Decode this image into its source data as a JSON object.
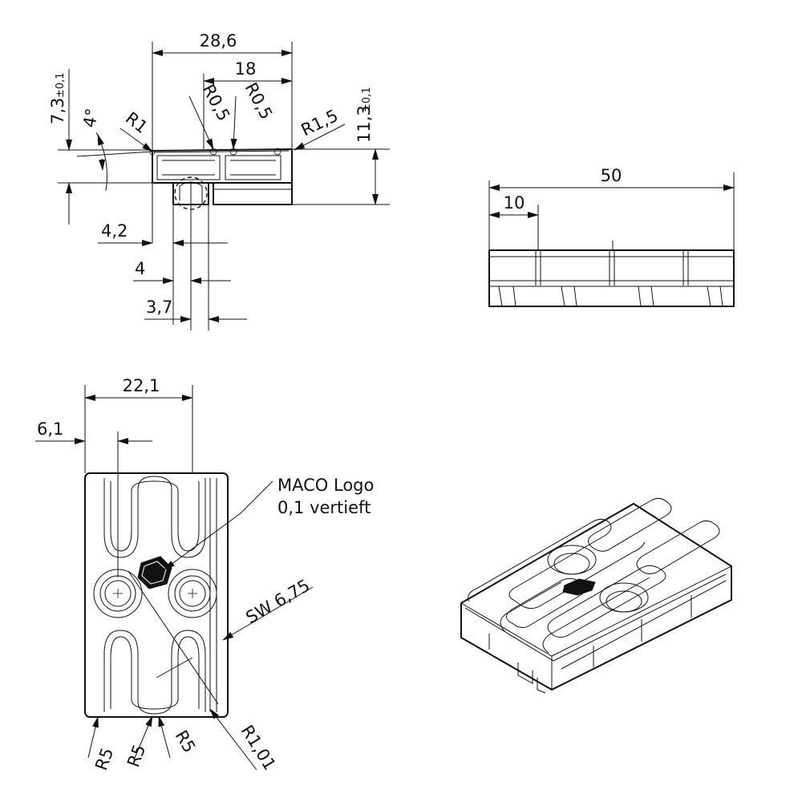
{
  "drawing": {
    "side_view": {
      "dim_total_width": "28,6",
      "dim_inner_width": "18",
      "dim_height_left": "7,3",
      "tol_left": "±0,1",
      "dim_height_right": "11,3",
      "tol_right": "±0,1",
      "dim_angle": "4°",
      "radius_r1": "R1",
      "radius_r05_a": "R0,5",
      "radius_r05_b": "R0,5",
      "radius_r15": "R1,5",
      "dim_4_2": "4,2",
      "dim_4": "4",
      "dim_3_7": "3,7"
    },
    "front_view": {
      "dim_length": "50",
      "dim_offset": "10"
    },
    "top_view": {
      "dim_width": "22,1",
      "dim_offset": "6,1",
      "note_line1": "MACO Logo",
      "note_line2": "0,1 vertieft",
      "wrench_size": "SW 6,75",
      "radius_r5_a": "R5",
      "radius_r5_b": "R5",
      "radius_r5_c": "R5",
      "radius_r101": "R1,01"
    }
  }
}
